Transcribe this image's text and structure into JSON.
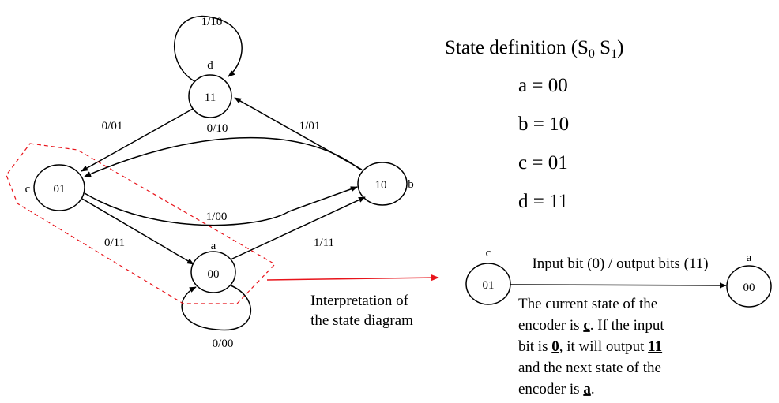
{
  "diagram": {
    "states": [
      {
        "id": "a",
        "name": "a",
        "code": "00"
      },
      {
        "id": "b",
        "name": "b",
        "code": "10"
      },
      {
        "id": "c",
        "name": "c",
        "code": "01"
      },
      {
        "id": "d",
        "name": "d",
        "code": "11"
      }
    ],
    "transitions": [
      {
        "from": "d",
        "to": "d",
        "label": "1/10"
      },
      {
        "from": "d",
        "to": "c",
        "label": "0/01"
      },
      {
        "from": "b",
        "to": "c",
        "label": "0/10"
      },
      {
        "from": "b",
        "to": "d",
        "label": "1/01"
      },
      {
        "from": "c",
        "to": "b",
        "label": "1/00"
      },
      {
        "from": "c",
        "to": "a",
        "label": "0/11"
      },
      {
        "from": "a",
        "to": "b",
        "label": "1/11"
      },
      {
        "from": "a",
        "to": "a",
        "label": "0/00"
      }
    ]
  },
  "definition": {
    "title_prefix": "State definition (S",
    "sub0": "0",
    "space": " S",
    "sub1": "1",
    "title_suffix": ")",
    "rows": [
      "a = 00",
      "b = 10",
      "c = 01",
      "d = 11"
    ]
  },
  "pointer_label": [
    "Interpretation of",
    "the state diagram"
  ],
  "example": {
    "from_name": "c",
    "from_code": "01",
    "to_name": "a",
    "to_code": "00",
    "edge_label": "Input bit (0) / output bits (11)",
    "lines": [
      {
        "t1": "The current state of the",
        "b1": "",
        "t2": ""
      },
      {
        "t1": "encoder is ",
        "b1": "c",
        "t2": ". If the input"
      },
      {
        "t1": "bit is ",
        "b1": "0",
        "t2": ", it will output ",
        "b2": "11"
      },
      {
        "t1": "and the next state of the",
        "b1": "",
        "t2": ""
      },
      {
        "t1": "encoder is ",
        "b1": "a",
        "t2": "."
      }
    ]
  },
  "colors": {
    "highlight": "#e8141b",
    "ink": "#000000"
  }
}
